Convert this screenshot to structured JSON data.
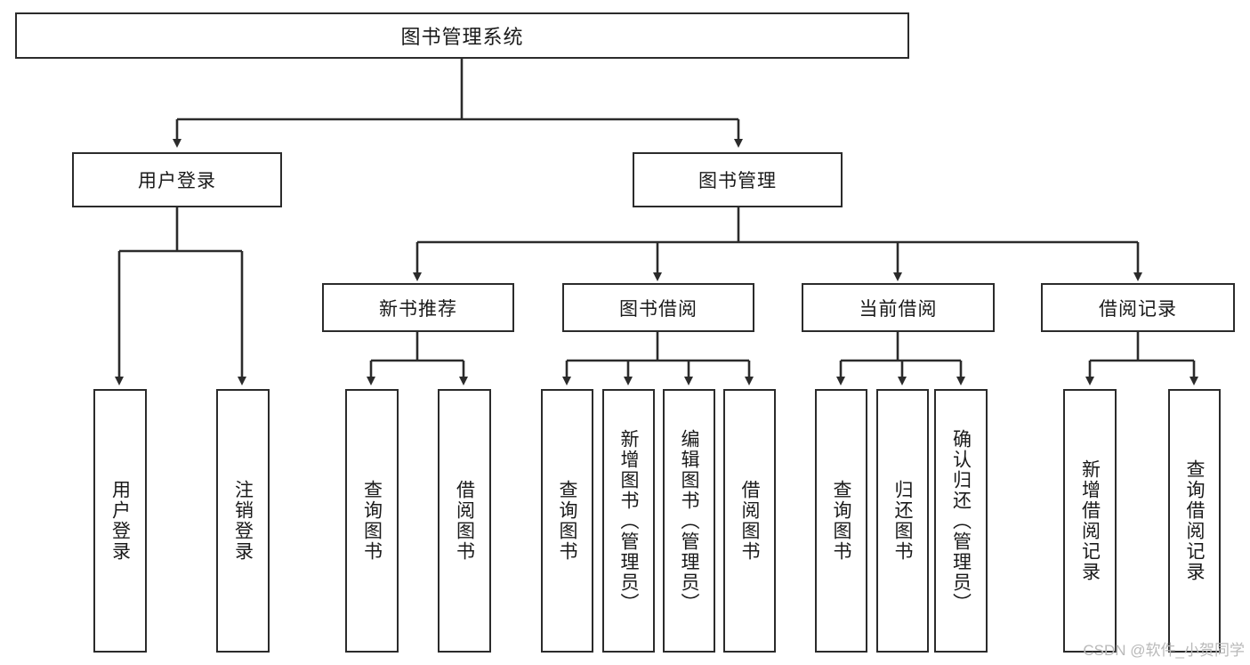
{
  "diagram": {
    "title": "图书管理系统",
    "type": "hierarchy-tree",
    "watermark": "CSDN @软件_小贺同学",
    "colors": {
      "stroke": "#2b2b2b",
      "fill": "#ffffff",
      "text": "#1a1a1a",
      "watermark": "#b9b9b9"
    },
    "root": {
      "label": "图书管理系统"
    },
    "level2": [
      {
        "id": "user-login",
        "label": "用户登录"
      },
      {
        "id": "book-manage",
        "label": "图书管理"
      }
    ],
    "level3": [
      {
        "id": "new-book-rec",
        "label": "新书推荐"
      },
      {
        "id": "book-borrow",
        "label": "图书借阅"
      },
      {
        "id": "current-borrow",
        "label": "当前借阅"
      },
      {
        "id": "borrow-record",
        "label": "借阅记录"
      }
    ],
    "leaves": {
      "user_login": [
        {
          "id": "leaf-user-login",
          "label": "用户登录"
        },
        {
          "id": "leaf-logout-login",
          "label": "注销登录"
        }
      ],
      "new_book_rec": [
        {
          "id": "leaf-query-book-1",
          "label": "查询图书"
        },
        {
          "id": "leaf-borrow-book-1",
          "label": "借阅图书"
        }
      ],
      "book_borrow": [
        {
          "id": "leaf-query-book-2",
          "label": "查询图书"
        },
        {
          "id": "leaf-add-book",
          "label": "新增图书（管理员）"
        },
        {
          "id": "leaf-edit-book",
          "label": "编辑图书（管理员）"
        },
        {
          "id": "leaf-borrow-book-2",
          "label": "借阅图书"
        }
      ],
      "current_borrow": [
        {
          "id": "leaf-query-book-3",
          "label": "查询图书"
        },
        {
          "id": "leaf-return-book",
          "label": "归还图书"
        },
        {
          "id": "leaf-confirm-return",
          "label": "确认归还（管理员）"
        }
      ],
      "borrow_record": [
        {
          "id": "leaf-add-record",
          "label": "新增借阅记录"
        },
        {
          "id": "leaf-query-record",
          "label": "查询借阅记录"
        }
      ]
    }
  }
}
